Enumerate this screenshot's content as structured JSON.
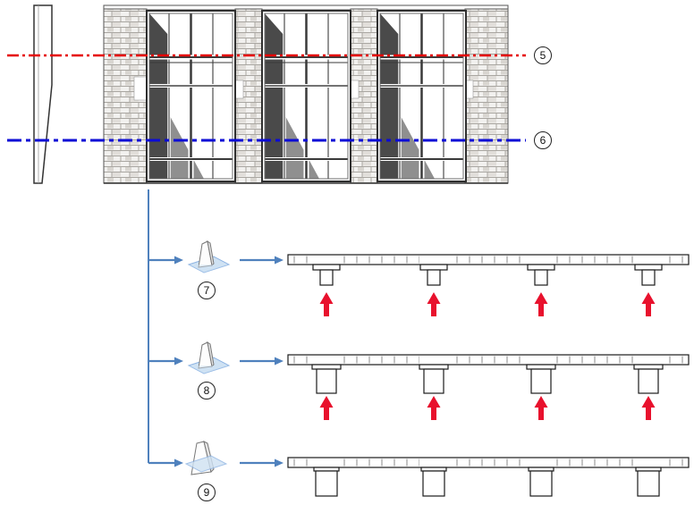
{
  "elevation": {
    "upper_label": "5",
    "lower_label": "6",
    "window_count": 3
  },
  "rows": [
    {
      "label": "7",
      "icon": "section-plane-base-icon",
      "highlight_arrow_count": 4
    },
    {
      "label": "8",
      "icon": "section-plane-base-icon",
      "highlight_arrow_count": 4
    },
    {
      "label": "9",
      "icon": "section-plane-mid-icon",
      "highlight_arrow_count": 0
    }
  ],
  "colors": {
    "upper_level_line": "#e50000",
    "lower_level_line": "#0b0bd6",
    "connector": "#4f81bd",
    "highlight_arrow": "#e8112d",
    "plane_fill": "#cfe2f3",
    "plane_edge": "#8eb4e3"
  }
}
